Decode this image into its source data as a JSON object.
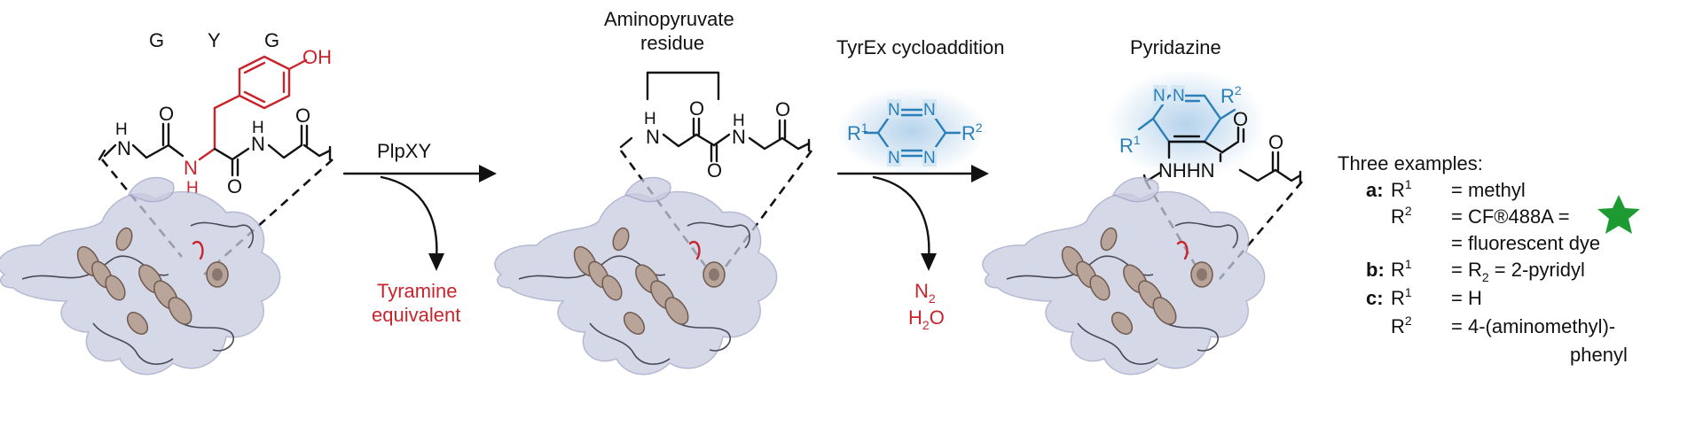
{
  "peptide": {
    "residues": [
      "G",
      "Y",
      "G"
    ],
    "oh": "OH",
    "atoms": {
      "h": "H",
      "n": "N",
      "o": "O"
    }
  },
  "step1": {
    "enzyme": "PlpXY",
    "byproduct_line1": "Tyramine",
    "byproduct_line2": "equivalent"
  },
  "intermediate": {
    "title_line1": "Aminopyruvate",
    "title_line2": "residue"
  },
  "step2": {
    "reaction": "TyrEx cycloaddition",
    "byproduct_n": "N",
    "byproduct_n_sub": "2",
    "byproduct_h": "H",
    "byproduct_h_sub": "2",
    "byproduct_o": "O"
  },
  "tetrazine": {
    "r": "R",
    "sup1": "1",
    "sup2": "2",
    "n": "N"
  },
  "product": {
    "title": "Pyridazine",
    "nh_nh": "NHHN",
    "r": "R",
    "sup1": "1",
    "sup2": "2"
  },
  "examples": {
    "heading": "Three examples:",
    "a_label": "a:",
    "a_r1": "R",
    "a_r1_sup": "1",
    "a_r1_val": "= methyl",
    "a_r2": "R",
    "a_r2_sup": "2",
    "a_r2_val": "= CF®488A =",
    "a_r2_val2": "= fluorescent dye",
    "b_label": "b:",
    "b_r1": "R",
    "b_r1_sup": "1",
    "b_r1_val_a": "= R",
    "b_r1_val_sub": "2",
    "b_r1_val_b": " = 2-pyridyl",
    "c_label": "c:",
    "c_r1": "R",
    "c_r1_sup": "1",
    "c_r1_val": "= H",
    "c_r2": "R",
    "c_r2_sup": "2",
    "c_r2_val": "= 4-(aminomethyl)-",
    "c_r2_val2": "phenyl"
  },
  "colors": {
    "red": "#c8242c",
    "blue": "#2a7fb8",
    "green": "#1e9a32",
    "protein_surface": "#c8cbe0",
    "helix": "#b9a49a"
  }
}
